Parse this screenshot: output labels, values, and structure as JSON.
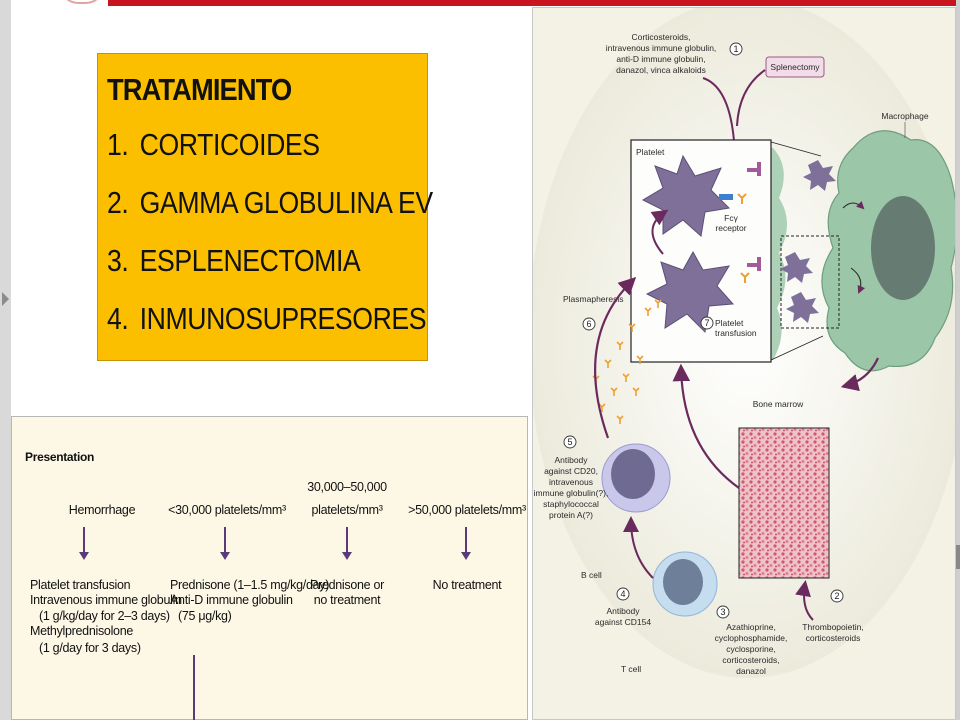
{
  "treatment": {
    "title": "TRATAMIENTO",
    "items": [
      {
        "num": "1.",
        "label": "CORTICOIDES"
      },
      {
        "num": "2.",
        "label": "GAMMA GLOBULINA EV"
      },
      {
        "num": "3.",
        "label": "ESPLENECTOMIA"
      },
      {
        "num": "4.",
        "label": "INMUNOSUPRESORES"
      }
    ]
  },
  "algorithm": {
    "header": "Presentation",
    "col1": {
      "condition": "Hemorrhage",
      "lines": [
        "Platelet transfusion",
        "Intravenous immune globulin",
        "(1 g/kg/day for 2–3 days)",
        "Methylprednisolone",
        "(1 g/day for 3 days)"
      ]
    },
    "col2": {
      "condition": "<30,000 platelets/mm³",
      "lines": [
        "Prednisone (1–1.5 mg/kg/day)",
        "Anti-D immune globulin",
        "(75 μg/kg)"
      ]
    },
    "col3": {
      "condition_line1": "30,000–50,000",
      "condition_line2": "platelets/mm³",
      "lines": [
        "Prednisone or",
        "no treatment"
      ]
    },
    "col4": {
      "condition": ">50,000 platelets/mm³",
      "lines": [
        "No treatment"
      ]
    }
  },
  "mechanism": {
    "top_drugs": [
      "Corticosteroids,",
      "intravenous immune globulin,",
      "anti-D immune globulin,",
      "danazol, vinca alkaloids"
    ],
    "splenectomy": "Splenectomy",
    "macrophage": "Macrophage",
    "platelet": "Platelet",
    "fc_receptor": [
      "Fcγ",
      "receptor"
    ],
    "plasmapheresis": "Plasmapheresis",
    "platelet_transfusion": [
      "Platelet",
      "transfusion"
    ],
    "bone_marrow": "Bone marrow",
    "antibody_cd20": [
      "Antibody",
      "against CD20,",
      "intravenous",
      "immune globulin(?),",
      "staphylococcal",
      "protein A(?)"
    ],
    "b_cell": "B cell",
    "antibody_cd154": [
      "Antibody",
      "against CD154"
    ],
    "t_cell": "T cell",
    "immunosuppressants": [
      "Azathioprine,",
      "cyclophosphamide,",
      "cyclosporine,",
      "corticosteroids,",
      "danazol"
    ],
    "thrombopoietin": [
      "Thrombopoietin,",
      "corticosteroids"
    ],
    "numbers": [
      "1",
      "2",
      "3",
      "4",
      "5",
      "6",
      "7"
    ],
    "colors": {
      "macrophage": "#9cc6a8",
      "platelet": "#7e7099",
      "arrow": "#6b2a5e",
      "marrow": "#d98a98",
      "antibody": "#f0a030"
    }
  }
}
